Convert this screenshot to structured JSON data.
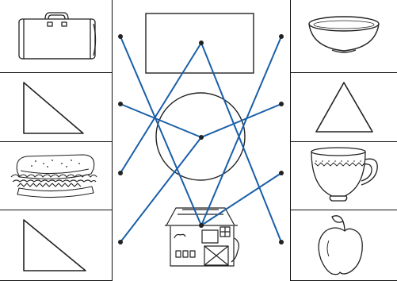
{
  "worksheet": {
    "left_items": [
      {
        "icon": "suitcase-icon"
      },
      {
        "icon": "right-triangle-icon"
      },
      {
        "icon": "sandwich-icon"
      },
      {
        "icon": "right-triangle-icon"
      }
    ],
    "center_items": [
      {
        "icon": "rectangle-icon"
      },
      {
        "icon": "circle-icon"
      },
      {
        "icon": "barn-icon"
      }
    ],
    "right_items": [
      {
        "icon": "bowl-icon"
      },
      {
        "icon": "triangle-icon"
      },
      {
        "icon": "teacup-icon"
      },
      {
        "icon": "apple-icon"
      }
    ],
    "connections": [
      {
        "from": "left",
        "index": 0,
        "to": 2
      },
      {
        "from": "left",
        "index": 1,
        "to": 1
      },
      {
        "from": "left",
        "index": 2,
        "to": 0
      },
      {
        "from": "left",
        "index": 3,
        "to": 1
      },
      {
        "from": "right",
        "index": 0,
        "to": 2
      },
      {
        "from": "right",
        "index": 1,
        "to": 1
      },
      {
        "from": "right",
        "index": 2,
        "to": 2
      },
      {
        "from": "right",
        "index": 3,
        "to": 0
      }
    ],
    "line_color": "#1a5fa8",
    "dot_color": "#222222"
  }
}
